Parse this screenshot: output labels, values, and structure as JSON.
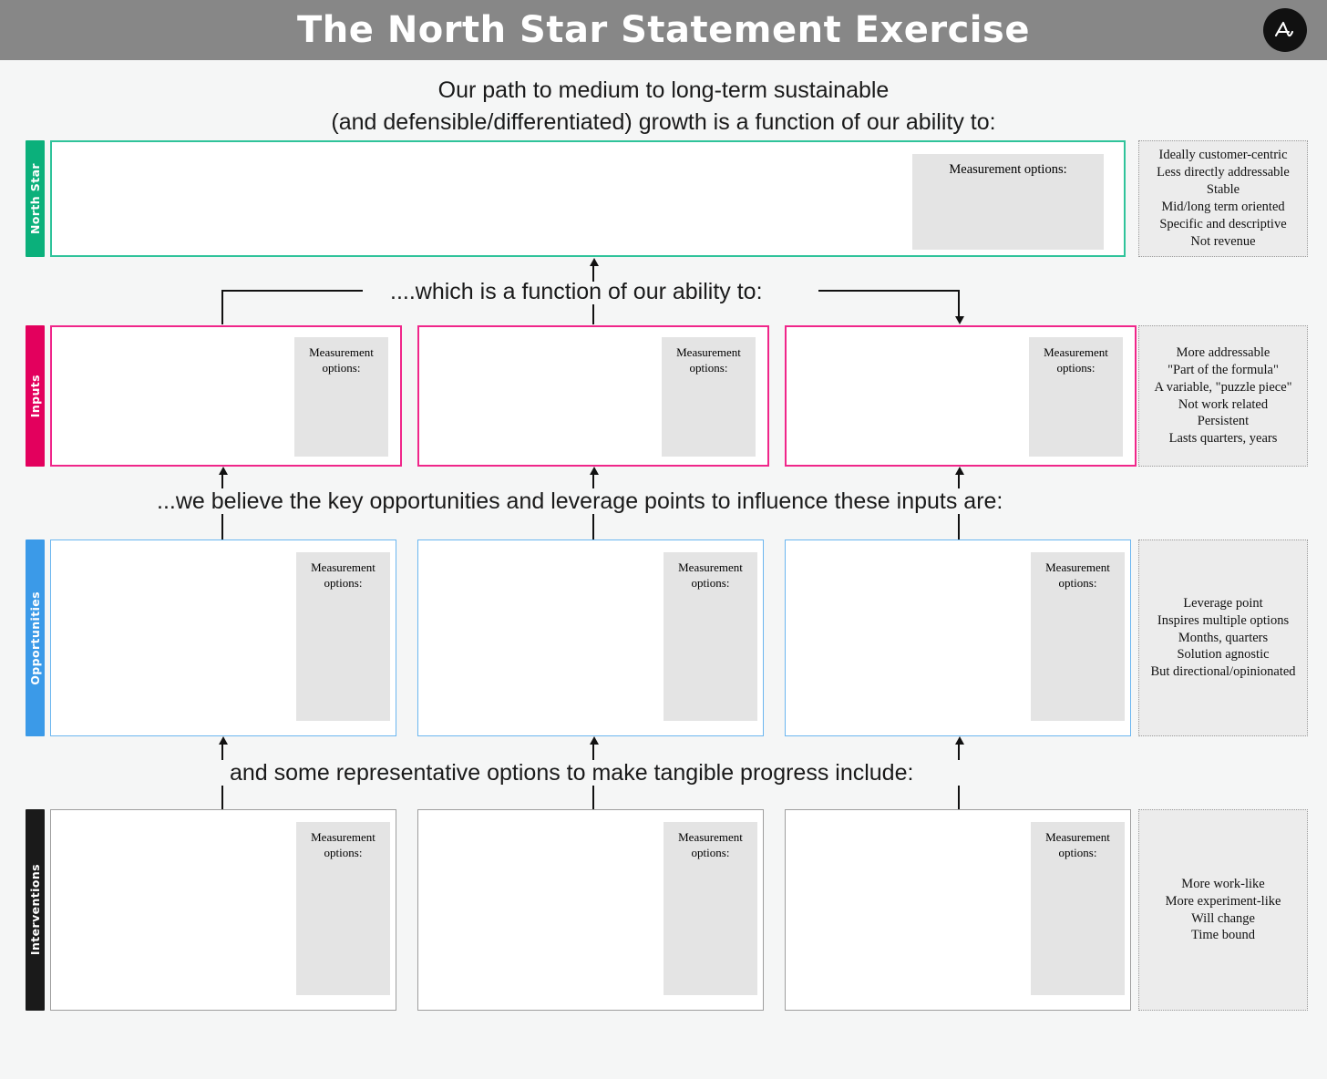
{
  "header": {
    "title": "The North Star Statement Exercise",
    "logo_icon": "amplitude-a-logo-icon",
    "bg_color": "#878787"
  },
  "intro": {
    "line1": "Our path to medium to long-term sustainable",
    "line2": "(and defensible/differentiated) growth is a function of our ability to:"
  },
  "measurement_label": "Measurement options:",
  "connectors": {
    "north_star_to_inputs": "....which is a function of our ability  to:",
    "inputs_to_opportunities": "...we believe the key opportunities and leverage points to influence these inputs are:",
    "opportunities_to_interventions": "and some representative options to make tangible progress include:"
  },
  "rows": [
    {
      "key": "north-star",
      "label": "North Star",
      "accent_color": "#0bb07b",
      "border_color": "#2fc39a",
      "cards": 1,
      "notes": [
        "Ideally customer-centric",
        "Less directly addressable",
        "Stable",
        "Mid/long term oriented",
        "Specific and descriptive",
        "Not revenue"
      ]
    },
    {
      "key": "inputs",
      "label": "Inputs",
      "accent_color": "#e3005d",
      "border_color": "#f0268a",
      "cards": 3,
      "notes": [
        "More addressable",
        "\"Part of the formula\"",
        "A variable, \"puzzle piece\"",
        "Not work related",
        "Persistent",
        "Lasts quarters, years"
      ]
    },
    {
      "key": "opportunities",
      "label": "Opportunities",
      "accent_color": "#3b9ae8",
      "border_color": "#6bb6ef",
      "cards": 3,
      "notes": [
        "Leverage point",
        "Inspires multiple options",
        "Months, quarters",
        "Solution agnostic",
        "But directional/opinionated"
      ]
    },
    {
      "key": "interventions",
      "label": "Interventions",
      "accent_color": "#1a1a1a",
      "border_color": "#9e9e9e",
      "cards": 3,
      "notes": [
        "More work-like",
        "More experiment-like",
        "Will change",
        "Time bound"
      ]
    }
  ]
}
